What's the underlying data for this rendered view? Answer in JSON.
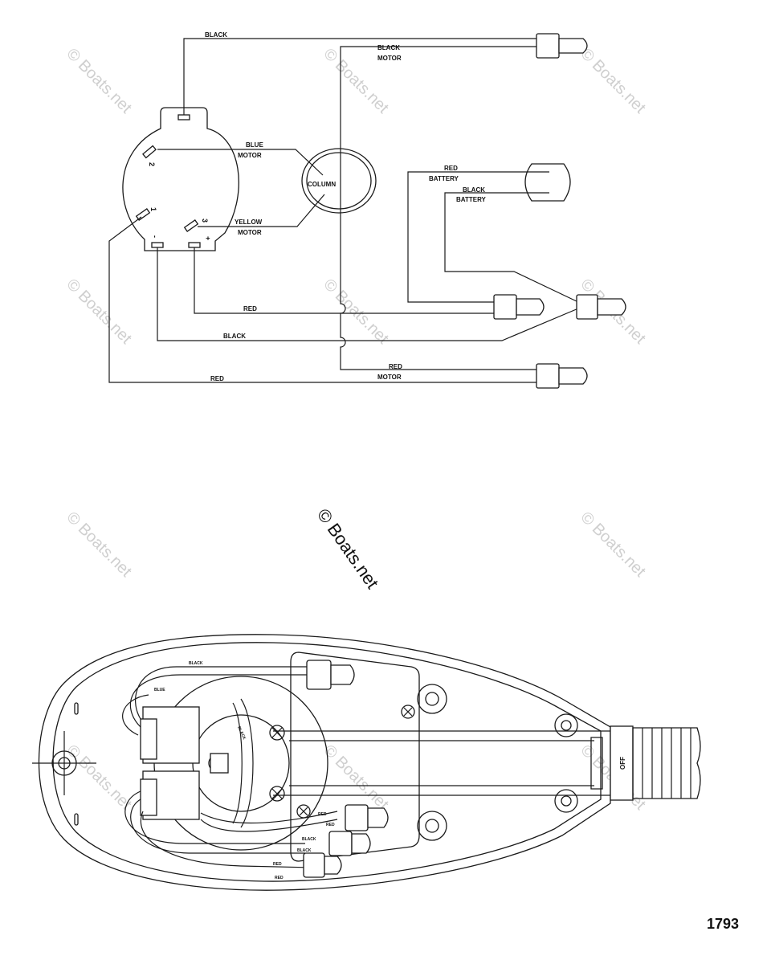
{
  "figure_number": "1793",
  "watermark": "© Boats.net",
  "switch_pins": {
    "pin1": "1",
    "pin2": "2",
    "pin3": "3",
    "minus": "-",
    "plus": "+"
  },
  "labels": {
    "black_top": "BLACK",
    "black_motor_1": "BLACK",
    "black_motor_2": "MOTOR",
    "blue_motor_1": "BLUE",
    "blue_motor_2": "MOTOR",
    "column": "COLUMN",
    "yellow_motor_1": "YELLOW",
    "yellow_motor_2": "MOTOR",
    "red_battery_1": "RED",
    "red_battery_2": "BATTERY",
    "black_battery_1": "BLACK",
    "black_battery_2": "BATTERY",
    "red_mid": "RED",
    "black_mid": "BLACK",
    "red_motor_1": "RED",
    "red_motor_2": "MOTOR",
    "red_bottom": "RED"
  },
  "head_labels": {
    "black": "BLACK",
    "blue": "BLUE",
    "black_side": "BLACK",
    "red1": "RED",
    "red2": "RED",
    "black2": "BLACK",
    "black3": "BLACK",
    "red3": "RED",
    "red4": "RED",
    "off": "OFF"
  }
}
